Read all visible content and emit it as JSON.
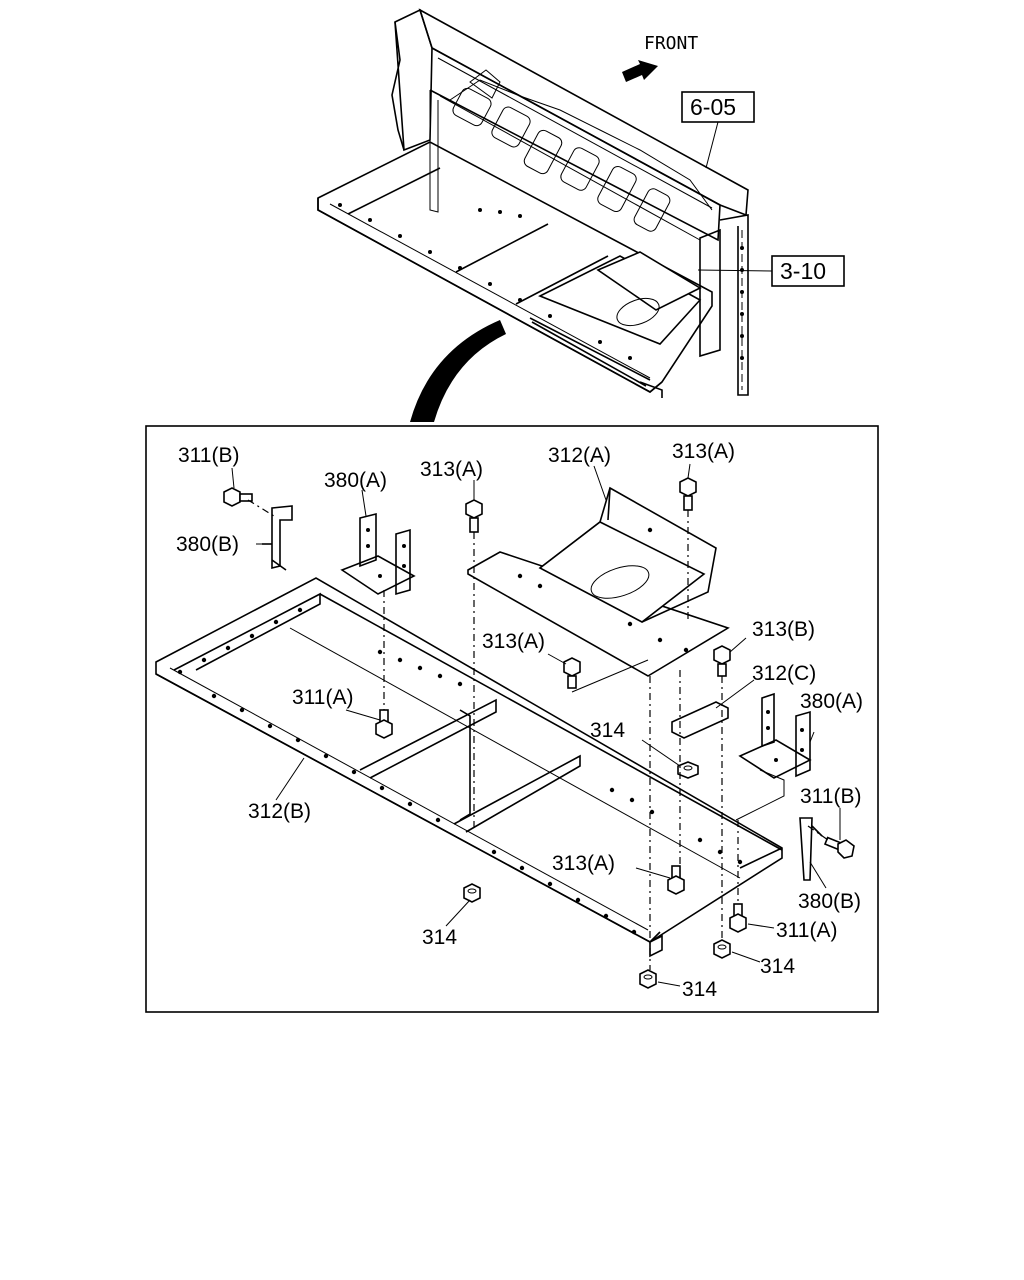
{
  "header": {
    "direction_label": "FRONT",
    "ref_boxes": [
      "6-05",
      "3-10"
    ]
  },
  "callouts": {
    "c311b_top": "311(B)",
    "c380b_top": "380(B)",
    "c380a_left": "380(A)",
    "c313a_left": "313(A)",
    "c312a": "312(A)",
    "c313a_right": "313(A)",
    "c313b": "313(B)",
    "c313a_mid": "313(A)",
    "c312c": "312(C)",
    "c380a_right": "380(A)",
    "c311a_left": "311(A)",
    "c314_mid": "314",
    "c312b": "312(B)",
    "c311b_right": "311(B)",
    "c313a_bottom": "313(A)",
    "c380b_right": "380(B)",
    "c314_left": "314",
    "c311a_right": "311(A)",
    "c314_right": "314",
    "c314_bottom": "314"
  },
  "colors": {
    "line": "#000000",
    "background": "#ffffff"
  }
}
